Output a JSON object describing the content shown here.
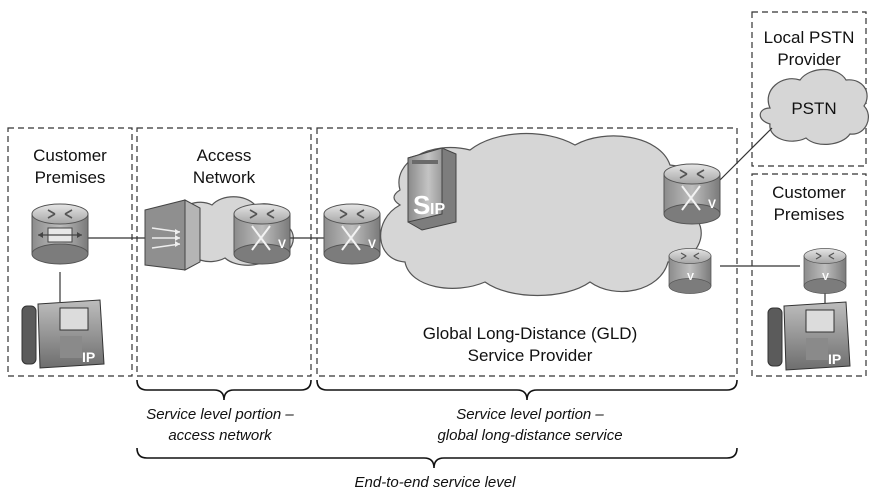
{
  "regions": {
    "customer_premises_left": "Customer Premises",
    "access_network": "Access Network",
    "local_pstn_provider": "Local PSTN Provider",
    "customer_premises_right": "Customer Premises",
    "gld_provider_line1": "Global Long-Distance (GLD)",
    "gld_provider_line2": "Service Provider"
  },
  "clouds": {
    "pstn": "PSTN"
  },
  "devices": {
    "sip_label": "IP",
    "phone_label": "IP",
    "router_badge": "V"
  },
  "captions": {
    "access_line1": "Service level portion –",
    "access_line2": "access network",
    "gld_line1": "Service level portion –",
    "gld_line2": "global long-distance service",
    "end_to_end": "End-to-end service level"
  },
  "colors": {
    "device_gray": "#9a9a9a",
    "cloud_fill": "#d6d6d6",
    "box_stroke": "#333333"
  }
}
